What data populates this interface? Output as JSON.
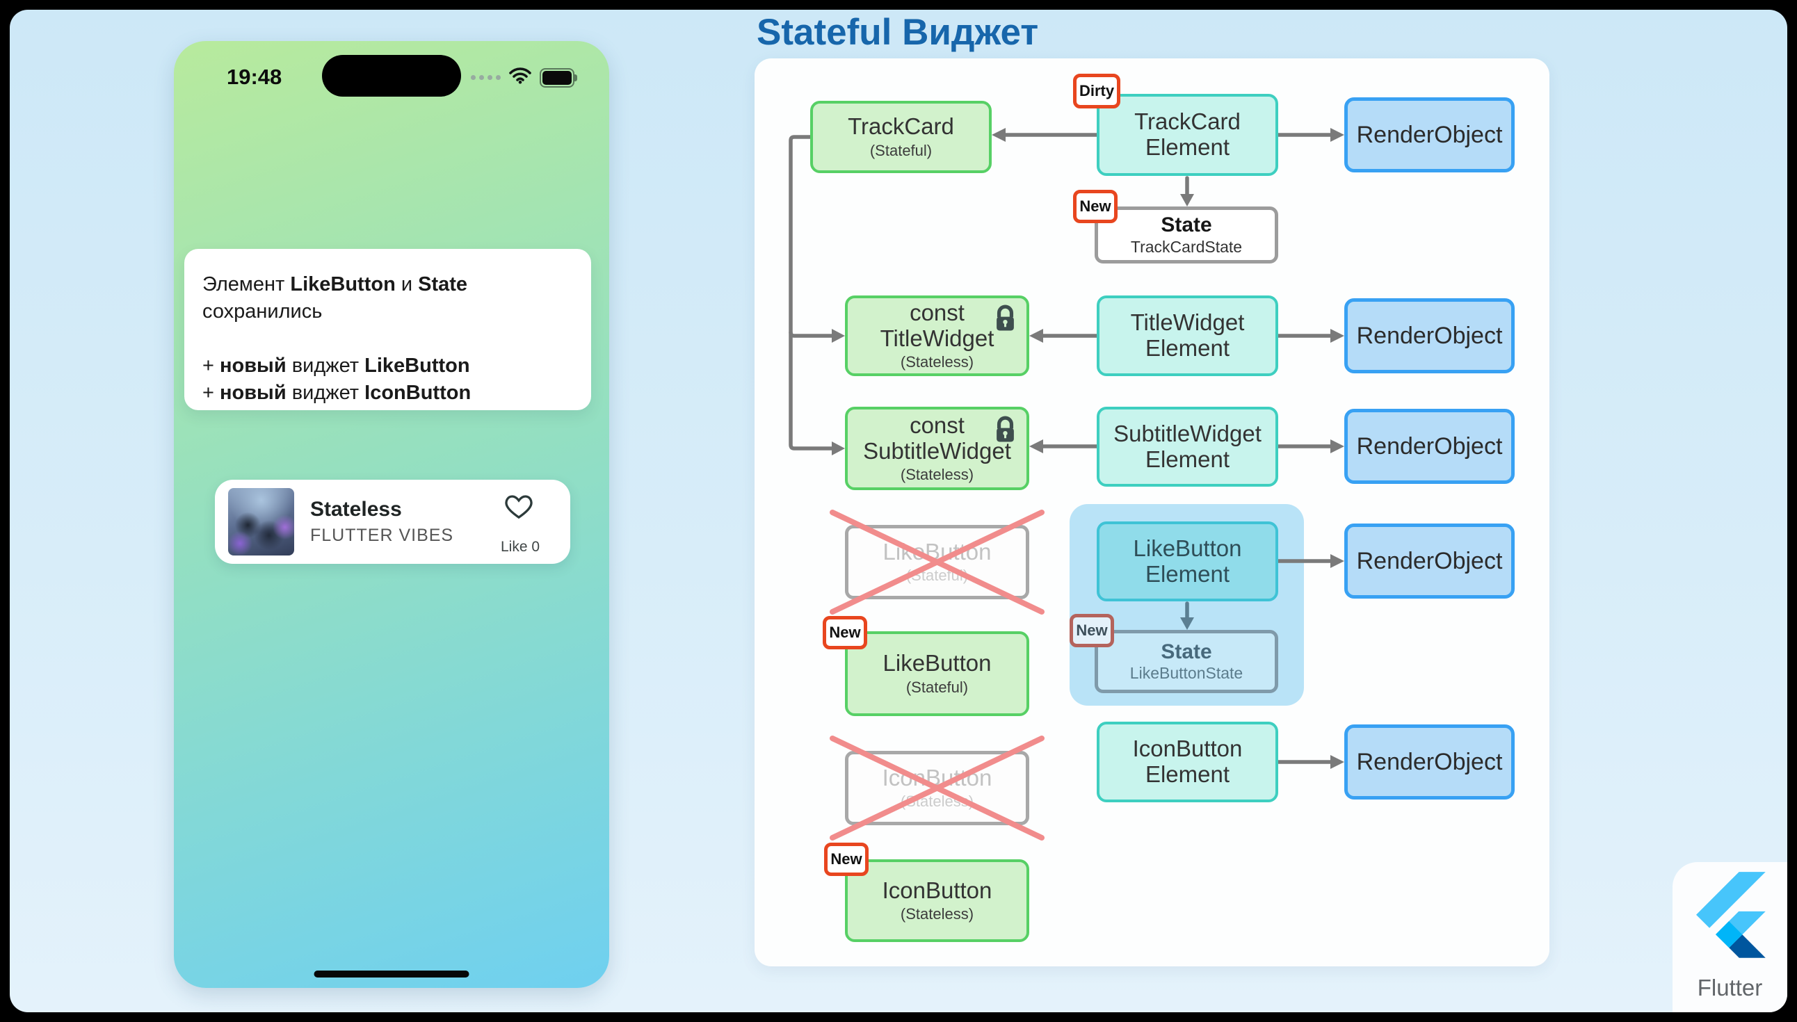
{
  "title": {
    "text": "Stateful Виджет",
    "color": "#1766ab"
  },
  "phone": {
    "time": "19:48",
    "icons": [
      "signal-dots",
      "wifi-icon",
      "battery-icon"
    ],
    "info_card": {
      "lines": [
        [
          {
            "t": "Элемент ",
            "b": false
          },
          {
            "t": "LikeButton",
            "b": true
          },
          {
            "t": " и ",
            "b": false
          },
          {
            "t": "State",
            "b": true
          }
        ],
        [
          {
            "t": "сохранились",
            "b": false
          }
        ],
        [],
        [
          {
            "t": "+ ",
            "b": false
          },
          {
            "t": "новый",
            "b": true
          },
          {
            "t": " виджет ",
            "b": false
          },
          {
            "t": "LikeButton",
            "b": true
          }
        ],
        [
          {
            "t": "+ ",
            "b": false
          },
          {
            "t": "новый",
            "b": true
          },
          {
            "t": " виджет ",
            "b": false
          },
          {
            "t": "IconButton",
            "b": true
          }
        ]
      ]
    },
    "music_card": {
      "title": "Stateless",
      "subtitle": "FLUTTER VIBES",
      "like_label": "Like 0",
      "heart_icon": "heart-outline-icon"
    }
  },
  "diagram": {
    "render_label": "RenderObject",
    "badges": {
      "dirty": "Dirty",
      "new": "New"
    },
    "rows": {
      "trackcard": {
        "widget": {
          "l1": "TrackCard",
          "sub": "(Stateful)"
        },
        "element": {
          "l1": "TrackCard",
          "l2": "Element"
        },
        "state": {
          "title": "State",
          "sub": "TrackCardState"
        }
      },
      "titlewidget": {
        "widget": {
          "l1": "const",
          "l2": "TitleWidget",
          "sub": "(Stateless)",
          "lock": "lock-icon"
        },
        "element": {
          "l1": "TitleWidget",
          "l2": "Element"
        }
      },
      "subtitlewidget": {
        "widget": {
          "l1": "const",
          "l2": "SubtitleWidget",
          "sub": "(Stateless)",
          "lock": "lock-icon"
        },
        "element": {
          "l1": "SubtitleWidget",
          "l2": "Element"
        }
      },
      "likebutton": {
        "old": {
          "l1": "LikeButton",
          "sub": "(Stateful)"
        },
        "new": {
          "l1": "LikeButton",
          "sub": "(Stateful)"
        },
        "element": {
          "l1": "LikeButton",
          "l2": "Element"
        },
        "state": {
          "title": "State",
          "sub": "LikeButtonState"
        }
      },
      "iconbutton": {
        "old": {
          "l1": "IconButton",
          "sub": "(Stateless)"
        },
        "new": {
          "l1": "IconButton",
          "sub": "(Stateless)"
        },
        "element": {
          "l1": "IconButton",
          "l2": "Element"
        }
      }
    },
    "colors": {
      "widget_green_fill": "#d2f2cc",
      "widget_green_border": "#57d065",
      "element_cyan_fill": "#c8f4ed",
      "element_cyan_border": "#3ecfc0",
      "like_element_fill": "#90dcea",
      "render_blue_fill": "#b5dcf8",
      "render_blue_border": "#38a1f3",
      "highlight_blue": "#b9e3f7",
      "badge_red": "#e8461f",
      "badge_muted_red": "#b4635c",
      "arrow_gray": "#7a7a7a",
      "arrow_bluegray": "#5b7f92",
      "cross_red": "#f18c8c"
    }
  },
  "footer": {
    "brand": "Flutter",
    "logo_icon": "flutter-logo-icon"
  }
}
